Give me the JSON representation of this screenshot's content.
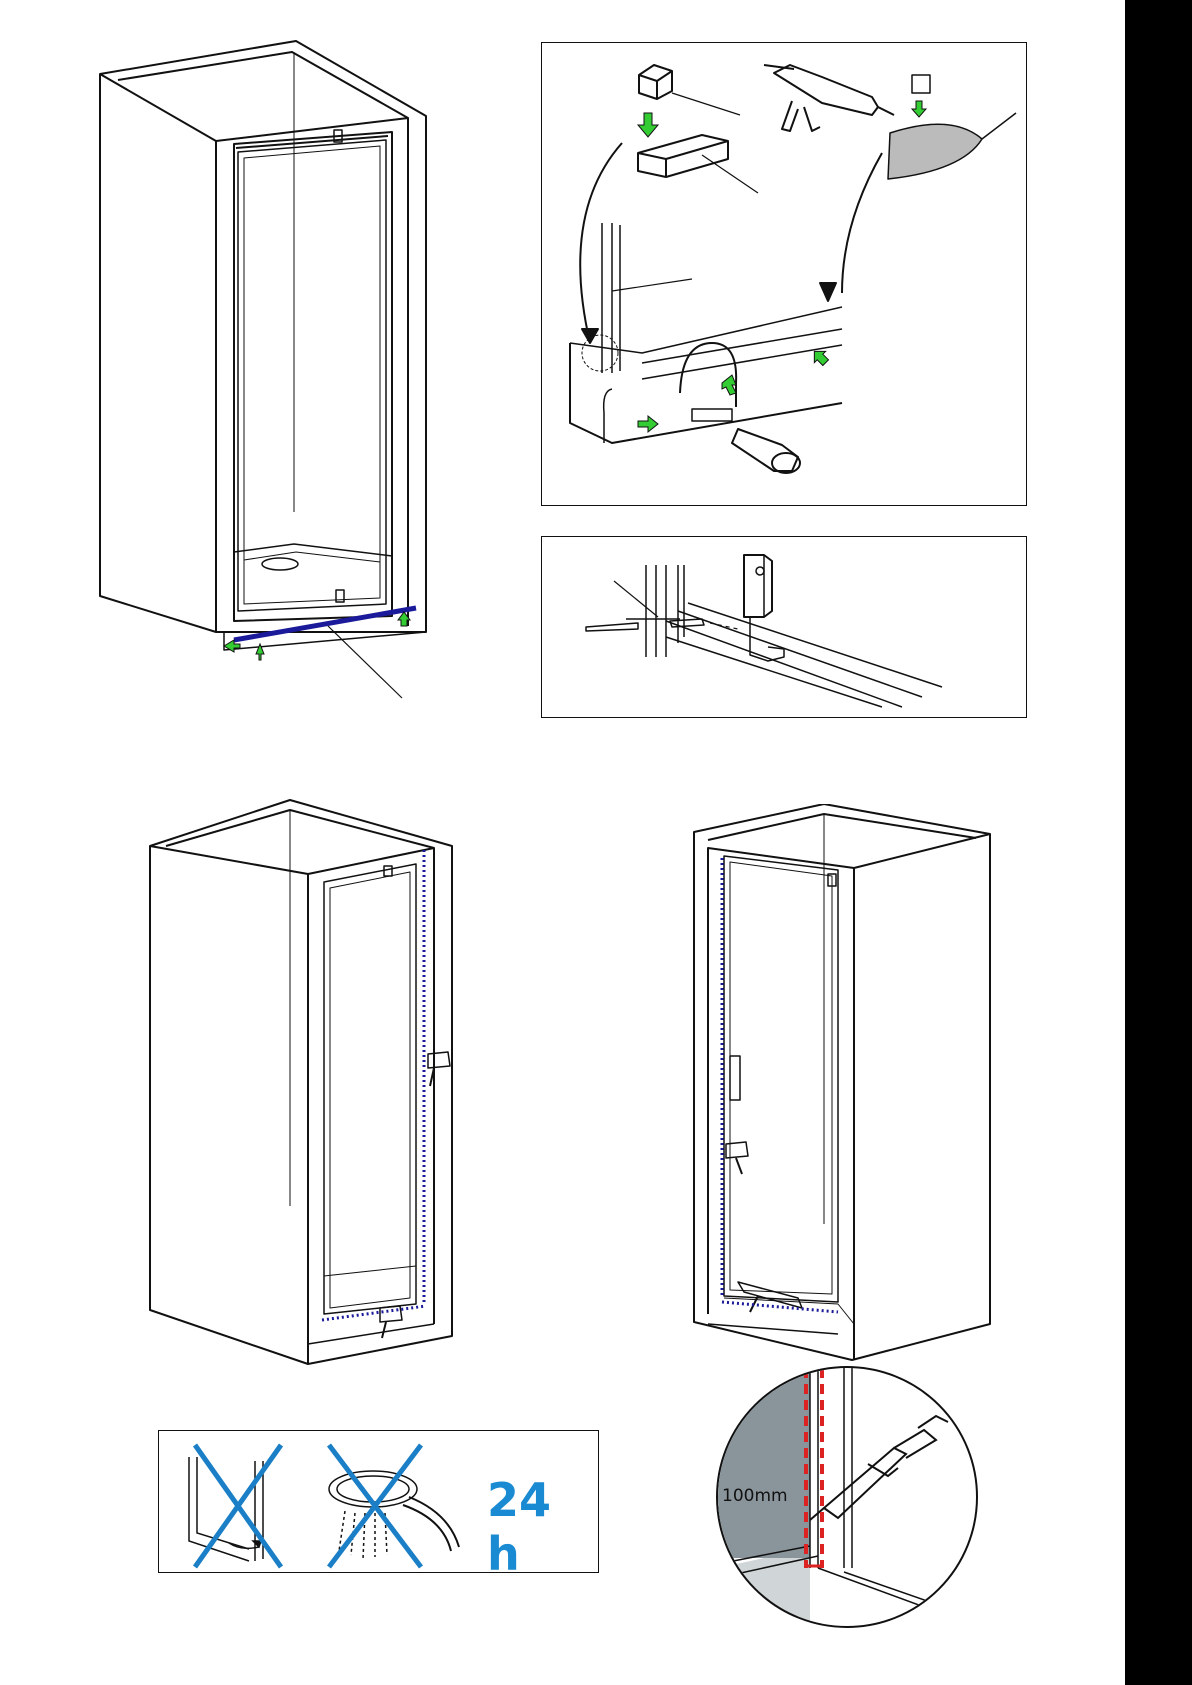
{
  "colors": {
    "line": "#111111",
    "guide_arrow": "#33cc33",
    "seal_line": "#1a1a9a",
    "cross": "#1a7fc6",
    "time_text": "#1a8ad2",
    "tape": "#dd2222",
    "wall_gray": "#8a959b",
    "side_bar": "#000000"
  },
  "figures": {
    "fig1": {
      "name": "enclosure-front-bottom-seal",
      "icon": "shower-enclosure-icon"
    },
    "fig2": {
      "name": "wall-plug-and-silicone-detail",
      "icon": "silicone-gun-icon"
    },
    "fig3": {
      "name": "hinge-screw-detail",
      "icon": "screw-icon"
    },
    "fig4": {
      "name": "enclosure-left-sealed",
      "icon": "shower-enclosure-icon"
    },
    "fig5": {
      "name": "enclosure-right-sealed",
      "icon": "shower-enclosure-icon"
    },
    "fig6": {
      "name": "curing-warning",
      "icons": [
        "no-door-icon",
        "no-shower-icon"
      ]
    },
    "fig7": {
      "name": "tape-zoom-circle",
      "icon": "silicone-gun-icon"
    }
  },
  "warning": {
    "cure_time": "24 h"
  },
  "zoom": {
    "measure": "100mm"
  }
}
